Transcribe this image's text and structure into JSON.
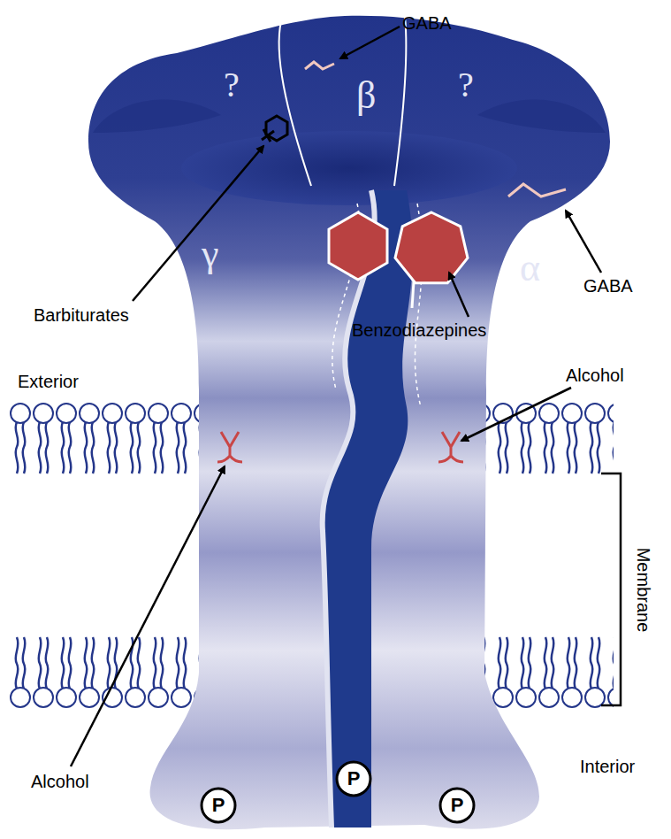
{
  "diagram": {
    "nodes": [
      {
        "text": [
          "P"
        ]
      },
      {
        "text": [
          "P"
        ]
      },
      {
        "text": [
          "P"
        ]
      }
    ],
    "labels": [
      "GABA",
      "?",
      "β",
      "?",
      "γ",
      "Barbiturates",
      "Benzodiazepines",
      "α",
      "GABA",
      "Exterior",
      "Alcohol",
      "Alcohol",
      "Membrane",
      "Interior"
    ]
  }
}
